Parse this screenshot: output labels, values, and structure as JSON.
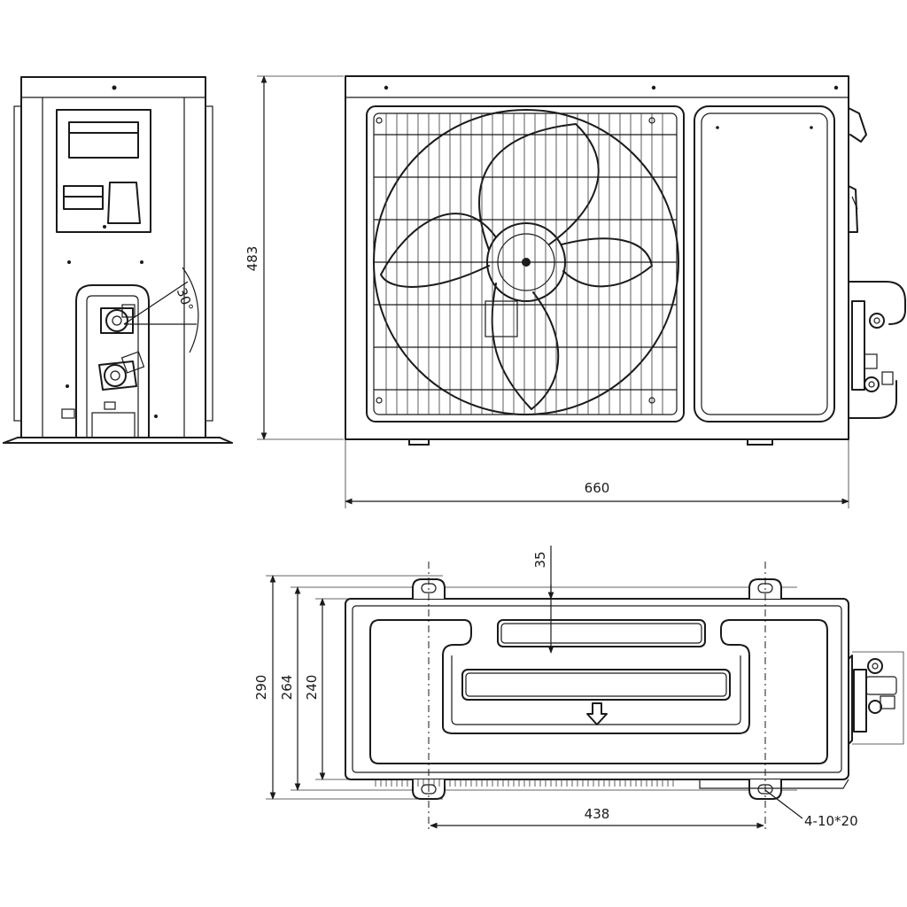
{
  "views": {
    "side_view": {
      "angle_label": "30°"
    },
    "front_view": {
      "height_label": "483",
      "width_label": "660"
    },
    "top_view": {
      "depth_outer_label": "290",
      "depth_mid_label": "264",
      "depth_inner_label": "240",
      "offset_label": "35",
      "hole_span_label": "438",
      "hole_spec_label": "4-10*20"
    }
  },
  "colors": {
    "line": "#1a1a1a",
    "background": "#ffffff"
  }
}
